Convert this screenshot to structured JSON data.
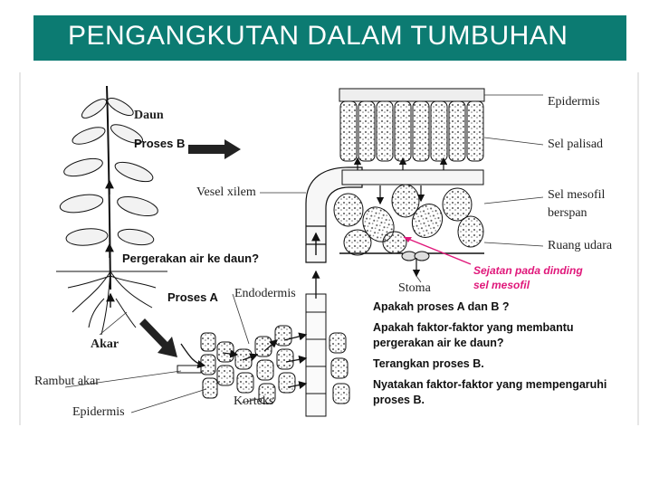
{
  "title": "PENGANGKUTAN DALAM TUMBUHAN",
  "labels": {
    "daun": "Daun",
    "proses_b": "Proses B",
    "pergerakan": "Pergerakan air ke daun?",
    "proses_a": "Proses A",
    "akar": "Akar",
    "rambut_akar": "Rambut akar",
    "epidermis_root": "Epidermis",
    "korteks": "Korteks",
    "endodermis": "Endodermis",
    "vesel_xilem": "Vesel xilem",
    "stoma": "Stoma",
    "epidermis_leaf": "Epidermis",
    "sel_palisad": "Sel palisad",
    "sel_mesofil_1": "Sel mesofil",
    "sel_mesofil_2": "berspan",
    "ruang_udara": "Ruang udara"
  },
  "note": {
    "line1": "Sejatan pada dinding",
    "line2": "sel mesofil"
  },
  "questions": [
    "Apakah proses A dan B ?",
    "Apakah faktor-faktor yang membantu pergerakan air ke daun?",
    "Terangkan proses B.",
    "Nyatakan faktor-faktor yang mempengaruhi proses B."
  ],
  "colors": {
    "title_bg": "#0c7b72",
    "note": "#e0177a"
  }
}
